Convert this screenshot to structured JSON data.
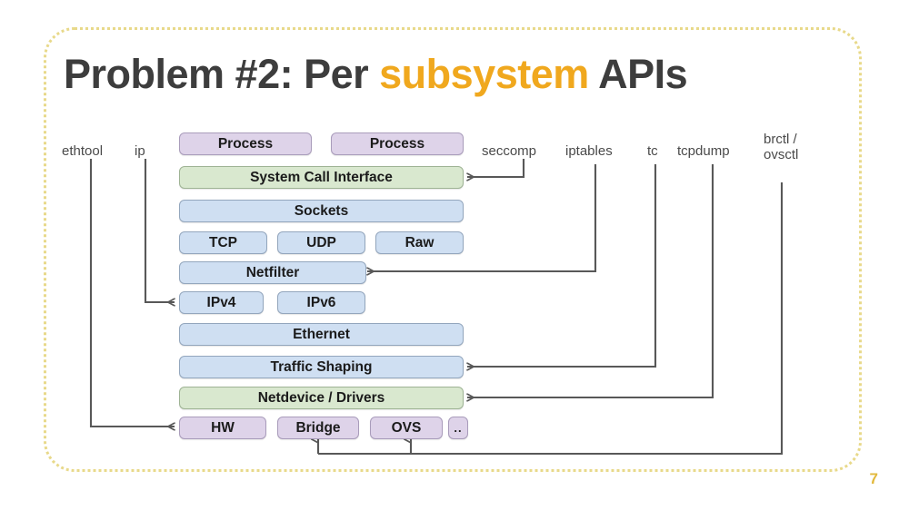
{
  "slide": {
    "title_prefix": "Problem #2: Per ",
    "title_highlight": "subsystem",
    "title_suffix": " APIs",
    "page_number": "7",
    "accent_color": "#f0a81e",
    "border_color": "#e8d98a",
    "page_number_color": "#e2b93c",
    "background_color": "#ffffff"
  },
  "legend_colors": {
    "userspace_purple": "#ded3e9",
    "interface_green": "#d9e8cf",
    "kernel_blue": "#cfdff2"
  },
  "tools": [
    {
      "id": "ethtool",
      "label": "ethtool",
      "targets": "HW"
    },
    {
      "id": "ip",
      "label": "ip",
      "targets": "IPv4"
    },
    {
      "id": "seccomp",
      "label": "seccomp",
      "targets": "System Call Interface"
    },
    {
      "id": "iptables",
      "label": "iptables",
      "targets": "Netfilter"
    },
    {
      "id": "tc",
      "label": "tc",
      "targets": "Traffic Shaping"
    },
    {
      "id": "tcpdump",
      "label": "tcpdump",
      "targets": "Netdevice / Drivers"
    },
    {
      "id": "brctl",
      "label_line1": "brctl /",
      "label_line2": "ovsctl",
      "targets": "Bridge, OVS"
    }
  ],
  "stack": [
    {
      "row": 0,
      "boxes": [
        {
          "label": "Process",
          "color": "purple"
        },
        {
          "label": "Process",
          "color": "purple"
        }
      ]
    },
    {
      "row": 1,
      "boxes": [
        {
          "label": "System Call Interface",
          "color": "green"
        }
      ]
    },
    {
      "row": 2,
      "boxes": [
        {
          "label": "Sockets",
          "color": "blue"
        }
      ]
    },
    {
      "row": 3,
      "boxes": [
        {
          "label": "TCP",
          "color": "blue"
        },
        {
          "label": "UDP",
          "color": "blue"
        },
        {
          "label": "Raw",
          "color": "blue"
        }
      ]
    },
    {
      "row": 4,
      "boxes": [
        {
          "label": "Netfilter",
          "color": "blue"
        }
      ]
    },
    {
      "row": 5,
      "boxes": [
        {
          "label": "IPv4",
          "color": "blue"
        },
        {
          "label": "IPv6",
          "color": "blue"
        }
      ]
    },
    {
      "row": 6,
      "boxes": [
        {
          "label": "Ethernet",
          "color": "blue"
        }
      ]
    },
    {
      "row": 7,
      "boxes": [
        {
          "label": "Traffic Shaping",
          "color": "blue"
        }
      ]
    },
    {
      "row": 8,
      "boxes": [
        {
          "label": "Netdevice / Drivers",
          "color": "green"
        }
      ]
    },
    {
      "row": 9,
      "boxes": [
        {
          "label": "HW",
          "color": "purple"
        },
        {
          "label": "Bridge",
          "color": "purple"
        },
        {
          "label": "OVS",
          "color": "purple"
        },
        {
          "label": "..",
          "color": "purple"
        }
      ]
    }
  ],
  "box_labels": {
    "process_1": "Process",
    "process_2": "Process",
    "syscall": "System Call Interface",
    "sockets": "Sockets",
    "tcp": "TCP",
    "udp": "UDP",
    "raw": "Raw",
    "netfilter": "Netfilter",
    "ipv4": "IPv4",
    "ipv6": "IPv6",
    "ethernet": "Ethernet",
    "traffic_shaping": "Traffic Shaping",
    "netdevice": "Netdevice / Drivers",
    "hw": "HW",
    "bridge": "Bridge",
    "ovs": "OVS",
    "ellipsis": ".."
  },
  "tool_labels": {
    "ethtool": "ethtool",
    "ip": "ip",
    "seccomp": "seccomp",
    "iptables": "iptables",
    "tc": "tc",
    "tcpdump": "tcpdump",
    "brctl_line1": "brctl /",
    "brctl_line2": "ovsctl"
  }
}
